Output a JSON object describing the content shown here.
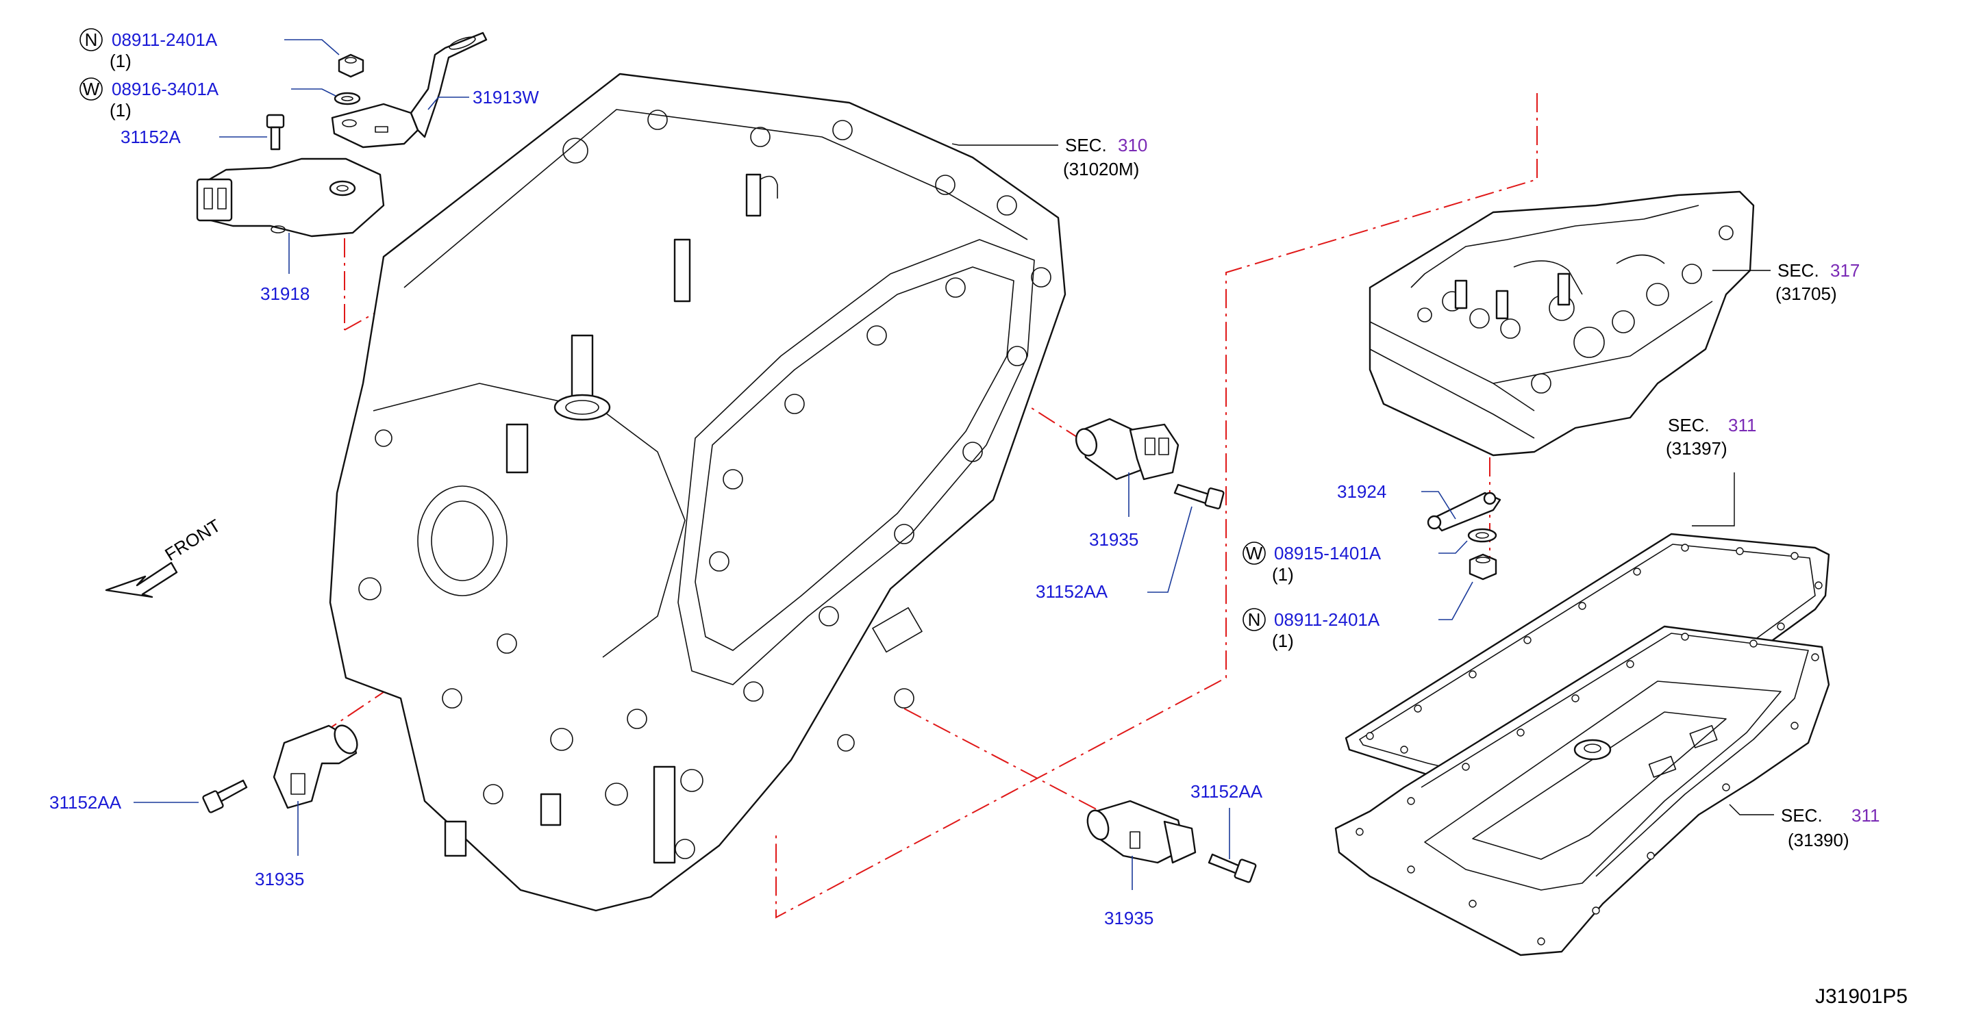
{
  "diagram_id": "J31901P5",
  "front_label": "FRONT",
  "callouts": {
    "nut_top": {
      "badge": "N",
      "part": "08911-2401A",
      "qty": "(1)"
    },
    "washer_top": {
      "badge": "W",
      "part": "08916-3401A",
      "qty": "(1)"
    },
    "bolt_top": {
      "part": "31152A"
    },
    "bracket": {
      "part": "31913W"
    },
    "switch": {
      "part": "31918"
    },
    "sec310": {
      "sec": "SEC.",
      "num": "310",
      "ref": "(31020M)"
    },
    "sec317": {
      "sec": "SEC.",
      "num": "317",
      "ref": "(31705)"
    },
    "sec311_gasket": {
      "sec": "SEC.",
      "num": "311",
      "ref": "(31397)"
    },
    "sec311_pan": {
      "sec": "SEC.",
      "num": "311",
      "ref": "(31390)"
    },
    "sensor_mid": {
      "part": "31935"
    },
    "bolt_mid": {
      "part": "31152AA"
    },
    "bracket_small": {
      "part": "31924"
    },
    "washer_mid": {
      "badge": "W",
      "part": "08915-1401A",
      "qty": "(1)"
    },
    "nut_mid": {
      "badge": "N",
      "part": "08911-2401A",
      "qty": "(1)"
    },
    "bolt_left": {
      "part": "31152AA"
    },
    "sensor_left": {
      "part": "31935"
    },
    "bolt_bottom": {
      "part": "31152AA"
    },
    "sensor_bottom": {
      "part": "31935"
    }
  },
  "colors": {
    "part_number": "#1a1ad6",
    "section_number": "#7a2ab5",
    "phantom_line": "#e01818",
    "leader": "#1a3a9a"
  }
}
